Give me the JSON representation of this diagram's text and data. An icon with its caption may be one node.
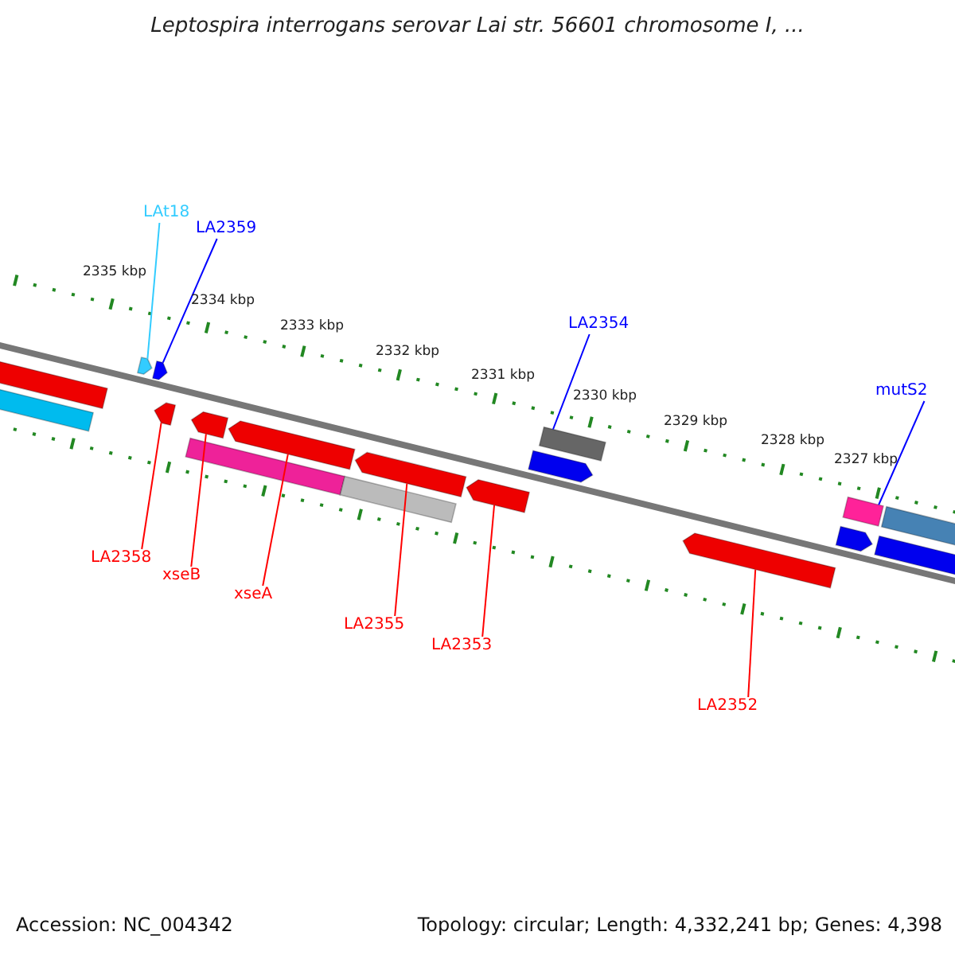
{
  "diagram": {
    "title": "Leptospira interrogans serovar Lai str. 56601 chromosome I, ...",
    "nodes": [
      {
        "text": [
          "LAt18"
        ]
      },
      {
        "text": [
          "LA2359"
        ]
      },
      {
        "text": [
          "LA2354"
        ]
      },
      {
        "text": [
          "mutS2"
        ]
      },
      {
        "text": [
          "LA2358"
        ]
      },
      {
        "text": [
          "xseB"
        ]
      },
      {
        "text": [
          "xseA"
        ]
      },
      {
        "text": [
          "LA2355"
        ]
      },
      {
        "text": [
          "LA2353"
        ]
      },
      {
        "text": [
          "LA2352"
        ]
      },
      {
        "text": [],
        "shape": "arrow"
      },
      {
        "text": [],
        "shape": "arrow"
      },
      {
        "text": [],
        "shape": "bar"
      },
      {
        "text": [],
        "shape": "bar"
      },
      {
        "text": [],
        "shape": "arrow"
      },
      {
        "text": [],
        "shape": "arrow"
      },
      {
        "text": [],
        "shape": "arrow"
      },
      {
        "text": [],
        "shape": "arrow"
      },
      {
        "text": [],
        "shape": "arrow"
      },
      {
        "text": [],
        "shape": "arrow"
      },
      {
        "text": [],
        "shape": "bar"
      },
      {
        "text": [],
        "shape": "bar"
      }
    ],
    "edges": [
      {
        "from": 0,
        "to": 10,
        "arrow": "none",
        "color": "#33ccff"
      },
      {
        "from": 1,
        "to": 11,
        "arrow": "none",
        "color": "#0000ff"
      },
      {
        "from": 2,
        "to": 12,
        "arrow": "none",
        "color": "#0000ff"
      },
      {
        "from": 3,
        "to": 13,
        "arrow": "none",
        "color": "#0000ff"
      },
      {
        "from": 4,
        "to": 14,
        "arrow": "none"
      },
      {
        "from": 5,
        "to": 15,
        "arrow": "none"
      },
      {
        "from": 6,
        "to": 16,
        "arrow": "none"
      },
      {
        "from": 7,
        "to": 17,
        "arrow": "none"
      },
      {
        "from": 8,
        "to": 18,
        "arrow": "none"
      },
      {
        "from": 9,
        "to": 19,
        "arrow": "none"
      }
    ],
    "labels": [
      "2335 kbp",
      "2334 kbp",
      "2333 kbp",
      "2332 kbp",
      "2331 kbp",
      "2330 kbp",
      "2329 kbp",
      "2328 kbp",
      "2327 kbp",
      "Accession: NC_004342",
      "Topology: circular; Length: 4,332,241 bp; Genes: 4,398"
    ]
  }
}
